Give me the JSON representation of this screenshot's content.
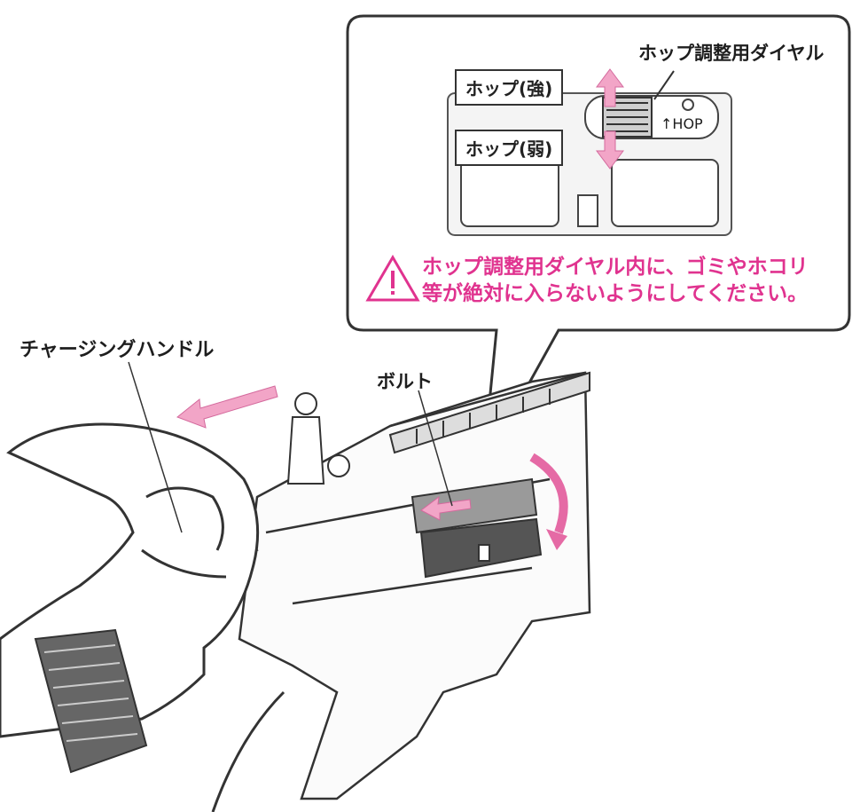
{
  "labels": {
    "dial": "ホップ調整用ダイヤル",
    "hop_strong": "ホップ(強)",
    "hop_weak": "ホップ(弱)",
    "hop_marking": "↑HOP",
    "charging_handle": "チャージングハンドル",
    "bolt": "ボルト"
  },
  "warning": {
    "icon": "warning-triangle-icon",
    "line1": "ホップ調整用ダイヤル内に、ゴミやホコリ",
    "line2": "等が絶対に入らないようにしてください。"
  },
  "colors": {
    "warning": "#e0338f",
    "arrow": "#f2a5c7",
    "line": "#333333"
  }
}
